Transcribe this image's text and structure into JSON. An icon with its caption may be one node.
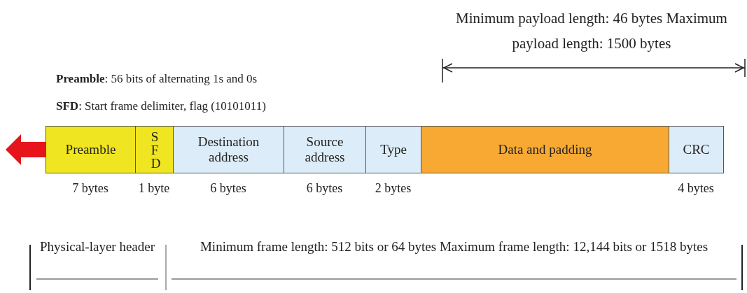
{
  "diagram": {
    "nodes": [
      {
        "text": [
          "Preamble"
        ],
        "beside": [
          "7 bytes"
        ]
      },
      {
        "text": [
          "SFD"
        ],
        "beside": [
          "1 byte"
        ]
      },
      {
        "text": [
          "Destination address"
        ],
        "beside": [
          "6 bytes"
        ]
      },
      {
        "text": [
          "Source address"
        ],
        "beside": [
          "6 bytes"
        ]
      },
      {
        "text": [
          "Type"
        ],
        "beside": [
          "2 bytes"
        ]
      },
      {
        "text": [
          "Data and padding"
        ]
      },
      {
        "text": [
          "CRC"
        ],
        "beside": [
          "4 bytes"
        ]
      }
    ],
    "labels": [
      "Minimum payload length: 46 bytes Maximum payload length: 1500 bytes",
      "**Preamble**: 56 bits of alternating 1s and 0s",
      "**SFD**: Start frame delimiter, flag (10101011)",
      "Physical-layer header",
      "Minimum frame length: 512 bits or 64 bytes Maximum frame length: 12,144 bits or 1518 bytes"
    ]
  }
}
